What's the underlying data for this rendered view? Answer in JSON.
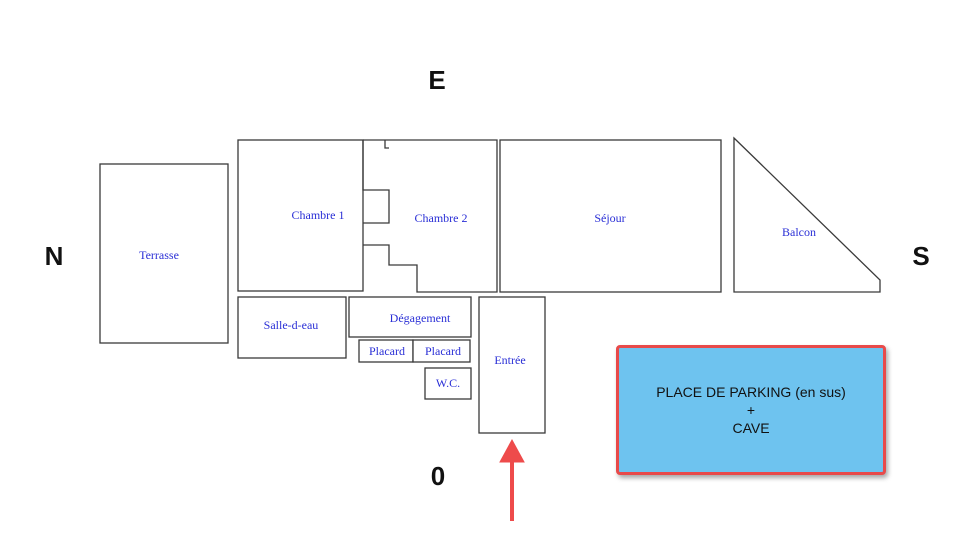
{
  "compass": {
    "north": "N",
    "east": "E",
    "south": "S",
    "west": "0"
  },
  "rooms": {
    "terrasse": "Terrasse",
    "chambre1": "Chambre 1",
    "chambre2": "Chambre 2",
    "sejour": "Séjour",
    "balcon": "Balcon",
    "salle_d_eau": "Salle-d-eau",
    "degagement": "Dégagement",
    "placard1": "Placard",
    "placard2": "Placard",
    "wc": "W.C.",
    "entree": "Entrée"
  },
  "parking": {
    "line1": "PLACE DE PARKING (en sus)",
    "line2": "+",
    "line3": "CAVE"
  },
  "colors": {
    "label_text": "#2a2fd6",
    "arrow": "#ee4b4b",
    "parking_fill": "#6ec3ef",
    "parking_border": "#e84a4a"
  }
}
